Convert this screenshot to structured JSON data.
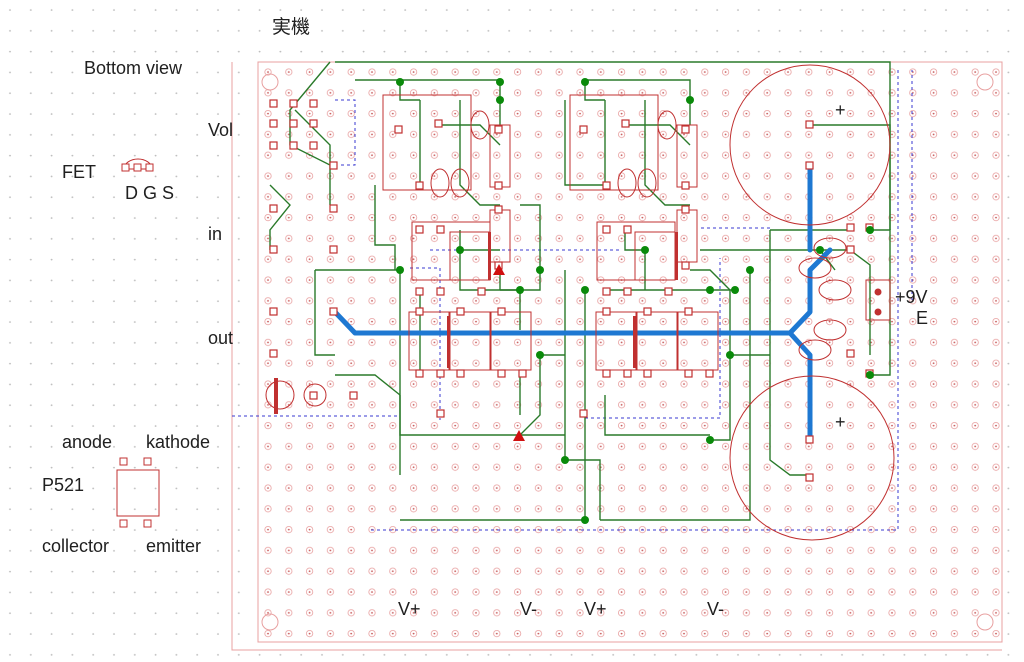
{
  "title": "実機",
  "view_label": "Bottom view",
  "fet": {
    "label": "FET",
    "pins": "D G S"
  },
  "optocoupler": {
    "part": "P521",
    "anode": "anode",
    "kathode": "kathode",
    "collector": "collector",
    "emitter": "emitter"
  },
  "connectors": {
    "vol": "Vol",
    "in": "in",
    "out": "out"
  },
  "power": {
    "plus9v": "+9V",
    "earth": "E"
  },
  "capacitors": {
    "plus_top": "+",
    "plus_bottom": "+"
  },
  "rails": [
    "V+",
    "V-",
    "V+",
    "V-"
  ],
  "colors": {
    "background": "#ffffff",
    "grid_dot": "#c8c8c8",
    "component": "#c03030",
    "pad": "#c03030",
    "wire": "#2a7a2a",
    "node": "#0a8a0a",
    "jumper": "#3a3ad0",
    "thick_trace": "#1e78d2",
    "marker": "#d01010",
    "text": "#202020"
  }
}
